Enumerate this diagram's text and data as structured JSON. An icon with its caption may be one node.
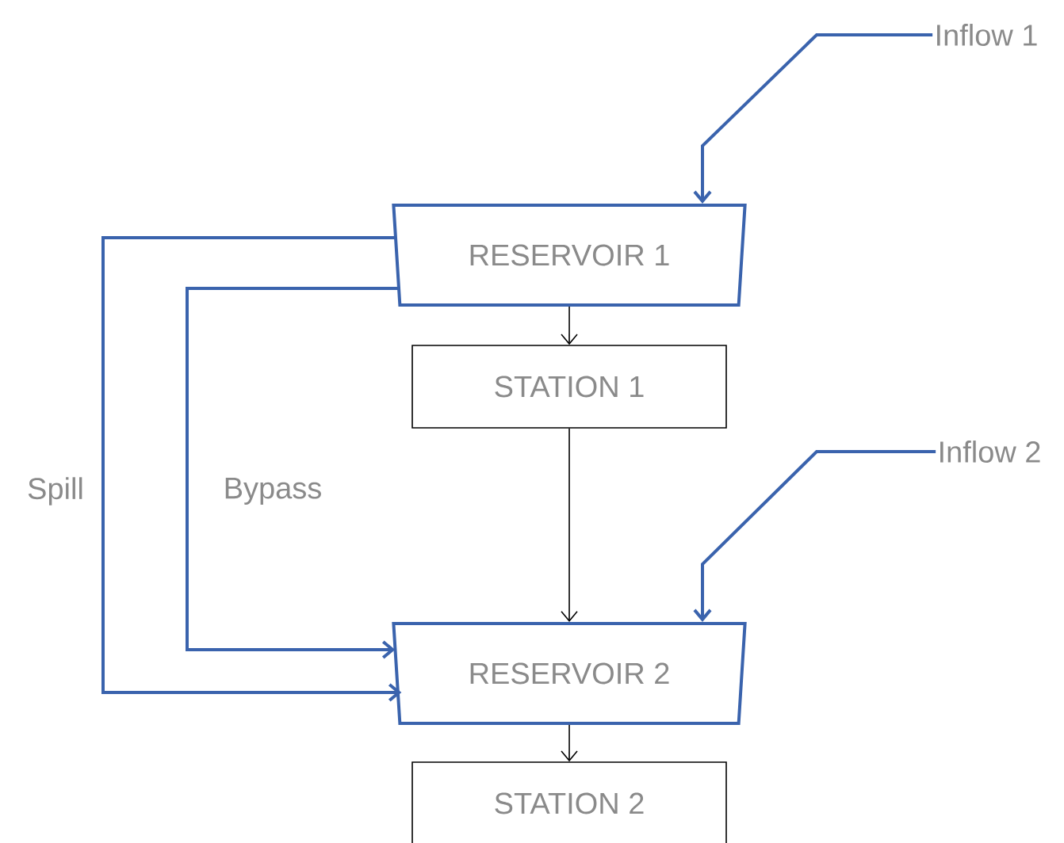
{
  "diagram": {
    "nodes": [
      {
        "text": [
          "Inflow 1"
        ]
      },
      {
        "text": [
          "RESERVOIR 1"
        ]
      },
      {
        "text": [
          "STATION 1"
        ]
      },
      {
        "text": [
          "Inflow 2"
        ]
      },
      {
        "text": [
          "RESERVOIR 2"
        ]
      },
      {
        "text": [
          "STATION 2"
        ]
      }
    ],
    "edges": [
      {
        "from": 0,
        "to": 1,
        "arrow": "to"
      },
      {
        "from": 1,
        "to": 2,
        "arrow": "to",
        "color": "#000000"
      },
      {
        "from": 2,
        "to": 4,
        "arrow": "to",
        "color": "#000000"
      },
      {
        "from": 3,
        "to": 4,
        "arrow": "to"
      },
      {
        "from": 1,
        "to": 4,
        "arrow": "to",
        "label": "Spill"
      },
      {
        "from": 1,
        "to": 4,
        "arrow": "to",
        "label": "Bypass"
      },
      {
        "from": 4,
        "to": 5,
        "arrow": "to",
        "color": "#000000"
      }
    ]
  }
}
